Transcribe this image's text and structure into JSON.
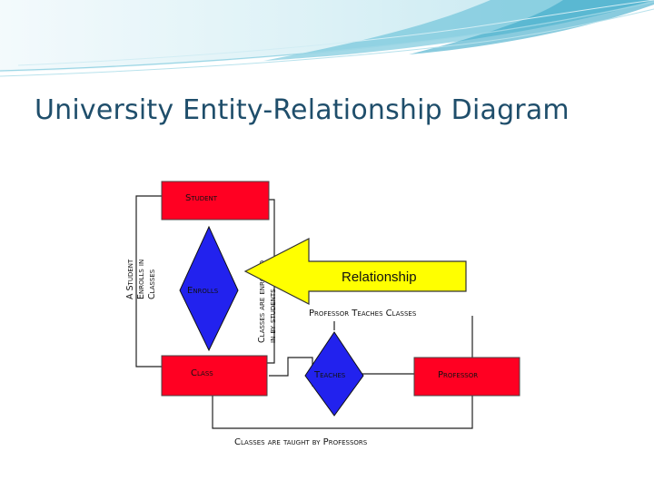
{
  "slide": {
    "title": "University Entity-Relationship Diagram",
    "accent_color": "#1f4e6b"
  },
  "diagram": {
    "entities": {
      "student": "Student",
      "class": "Class",
      "professor": "Professor"
    },
    "relationships": {
      "enrolls": "Enrolls",
      "teaches": "Teaches"
    },
    "labels": {
      "student_enrolls_lines": [
        "A Student",
        "Enrolls in",
        "Classes"
      ],
      "classes_enrolled_lines": [
        "Classes are enrolled",
        "in by students"
      ],
      "professor_teaches": "Professor Teaches Classes",
      "classes_taught": "Classes are taught by Professors"
    },
    "callout": {
      "label": "Relationship",
      "color": "#ffff00"
    },
    "colors": {
      "entity": "#ff0022",
      "relationship": "#2222ee"
    }
  }
}
